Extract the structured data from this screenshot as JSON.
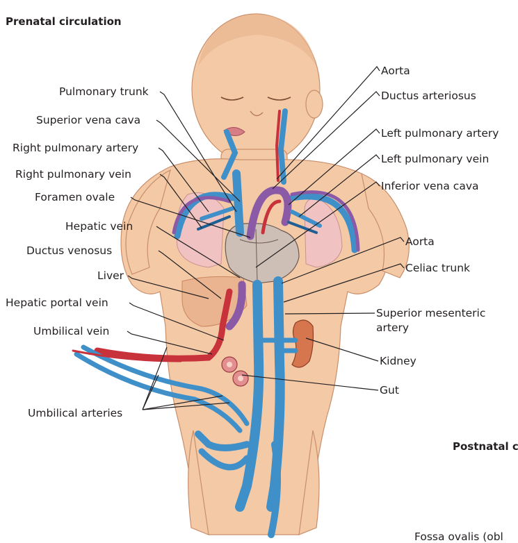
{
  "titles": {
    "prenatal": "Prenatal circulation",
    "postnatal": "Postnatal c",
    "fossa": "Fossa ovalis (obl"
  },
  "labels": {
    "aorta_top": "Aorta",
    "ductus_arteriosus": "Ductus arteriosus",
    "left_pulmonary_artery": "Left pulmonary artery",
    "left_pulmonary_vein": "Left pulmonary vein",
    "inferior_vena_cava": "Inferior vena cava",
    "aorta_mid": "Aorta",
    "celiac_trunk": "Celiac trunk",
    "superior_mesenteric_1": "Superior mesenteric",
    "superior_mesenteric_2": "artery",
    "kidney": "Kidney",
    "gut": "Gut",
    "pulmonary_trunk": "Pulmonary trunk",
    "superior_vena_cava": "Superior vena cava",
    "right_pulmonary_artery": "Right pulmonary artery",
    "right_pulmonary_vein": "Right pulmonary vein",
    "foramen_ovale": "Foramen ovale",
    "hepatic_vein": "Hepatic vein",
    "ductus_venosus": "Ductus venosus",
    "liver": "Liver",
    "hepatic_portal_vein": "Hepatic portal vein",
    "umbilical_vein": "Umbilical vein",
    "umbilical_arteries": "Umbilical arteries"
  }
}
